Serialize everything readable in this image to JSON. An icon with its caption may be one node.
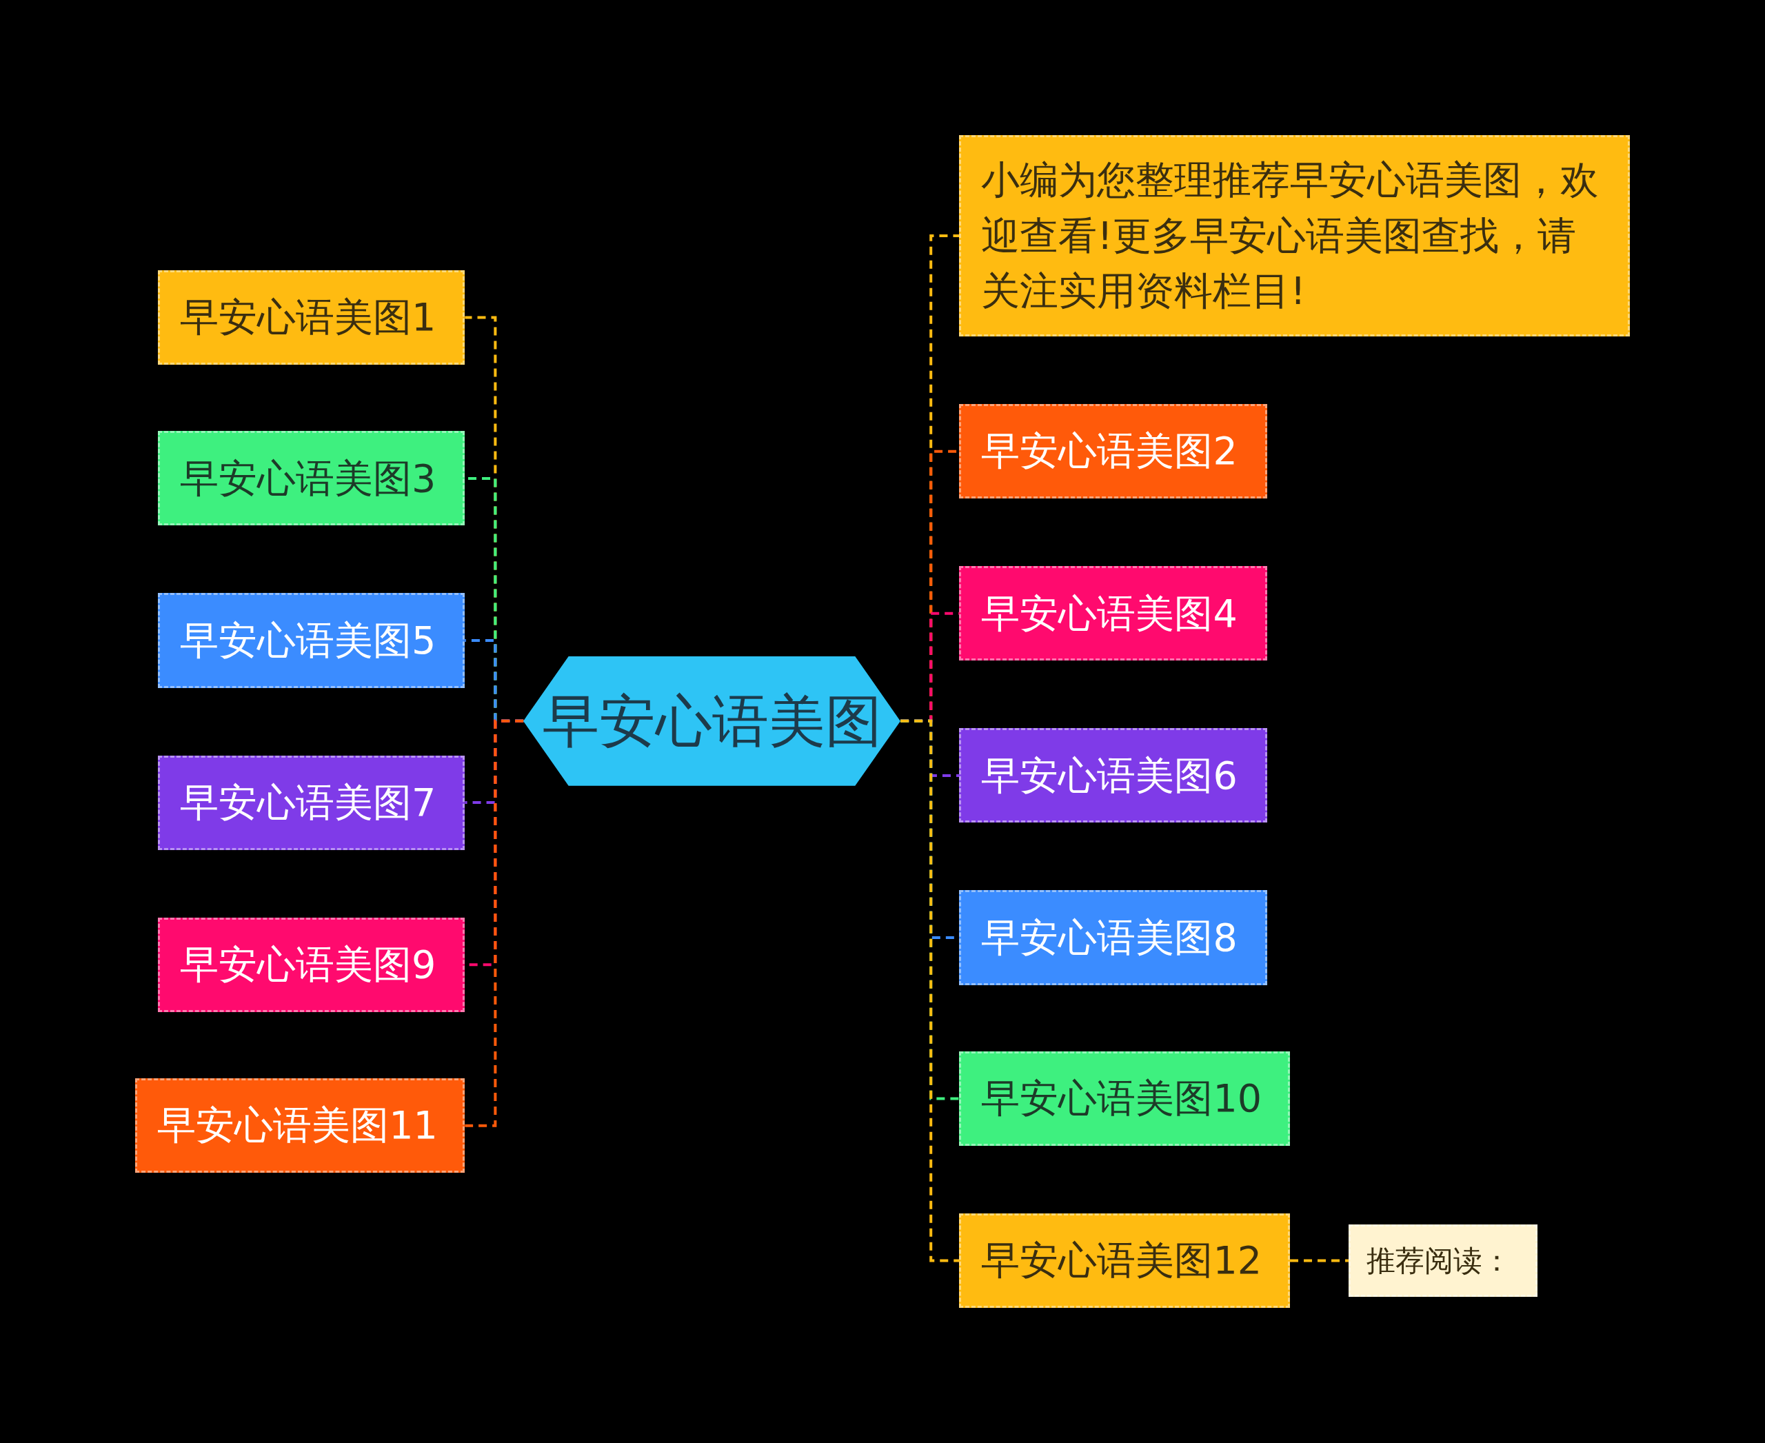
{
  "diagram": {
    "nodes": [
      {
        "text": [
          "早安心语美图"
        ]
      },
      {
        "text": [
          "早安心语美图1"
        ]
      },
      {
        "text": [
          "早安心语美图3"
        ]
      },
      {
        "text": [
          "早安心语美图5"
        ]
      },
      {
        "text": [
          "早安心语美图7"
        ]
      },
      {
        "text": [
          "早安心语美图9"
        ]
      },
      {
        "text": [
          "早安心语美图11"
        ]
      },
      {
        "text": [
          "小编为您整理推荐早安心语美图，欢迎查看!更多早安心语美图查找，请关注实用资料栏目!"
        ]
      },
      {
        "text": [
          "早安心语美图2"
        ]
      },
      {
        "text": [
          "早安心语美图4"
        ]
      },
      {
        "text": [
          "早安心语美图6"
        ]
      },
      {
        "text": [
          "早安心语美图8"
        ]
      },
      {
        "text": [
          "早安心语美图10"
        ]
      },
      {
        "text": [
          "早安心语美图12"
        ]
      },
      {
        "text": [
          "推荐阅读："
        ]
      }
    ],
    "edges": [
      {
        "from": 0,
        "to": 1,
        "arrow": "none",
        "style": "dashed",
        "color": "#ffbb11"
      },
      {
        "from": 0,
        "to": 2,
        "arrow": "none",
        "style": "dashed",
        "color": "#3ef07f"
      },
      {
        "from": 0,
        "to": 3,
        "arrow": "none",
        "style": "dashed",
        "color": "#3b8cff"
      },
      {
        "from": 0,
        "to": 4,
        "arrow": "none",
        "style": "dashed",
        "color": "#7f3be8"
      },
      {
        "from": 0,
        "to": 5,
        "arrow": "none",
        "style": "dashed",
        "color": "#ff0a6e"
      },
      {
        "from": 0,
        "to": 6,
        "arrow": "none",
        "style": "dashed",
        "color": "#ff5a0a"
      },
      {
        "from": 0,
        "to": 7,
        "arrow": "none",
        "style": "dashed",
        "color": "#ffbb11"
      },
      {
        "from": 0,
        "to": 8,
        "arrow": "none",
        "style": "dashed",
        "color": "#ff5a0a"
      },
      {
        "from": 0,
        "to": 9,
        "arrow": "none",
        "style": "dashed",
        "color": "#ff0a6e"
      },
      {
        "from": 0,
        "to": 10,
        "arrow": "none",
        "style": "dashed",
        "color": "#7f3be8"
      },
      {
        "from": 0,
        "to": 11,
        "arrow": "none",
        "style": "dashed",
        "color": "#3b8cff"
      },
      {
        "from": 0,
        "to": 12,
        "arrow": "none",
        "style": "dashed",
        "color": "#3ef07f"
      },
      {
        "from": 0,
        "to": 13,
        "arrow": "none",
        "style": "dashed",
        "color": "#ffbb11"
      },
      {
        "from": 13,
        "to": 14,
        "arrow": "none",
        "style": "dashed",
        "color": "#ffbb11"
      }
    ]
  }
}
